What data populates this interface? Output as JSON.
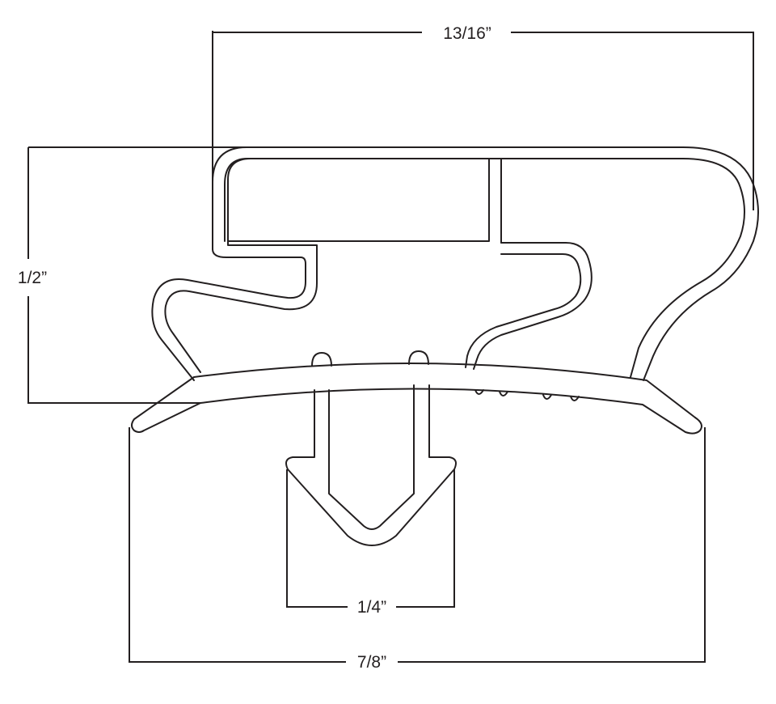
{
  "dimensions": {
    "top_width": "13/16”",
    "overall_height": "1/2”",
    "dart_width": "1/4”",
    "base_width": "7/8”"
  },
  "colors": {
    "line": "#231f20",
    "background": "#ffffff"
  }
}
